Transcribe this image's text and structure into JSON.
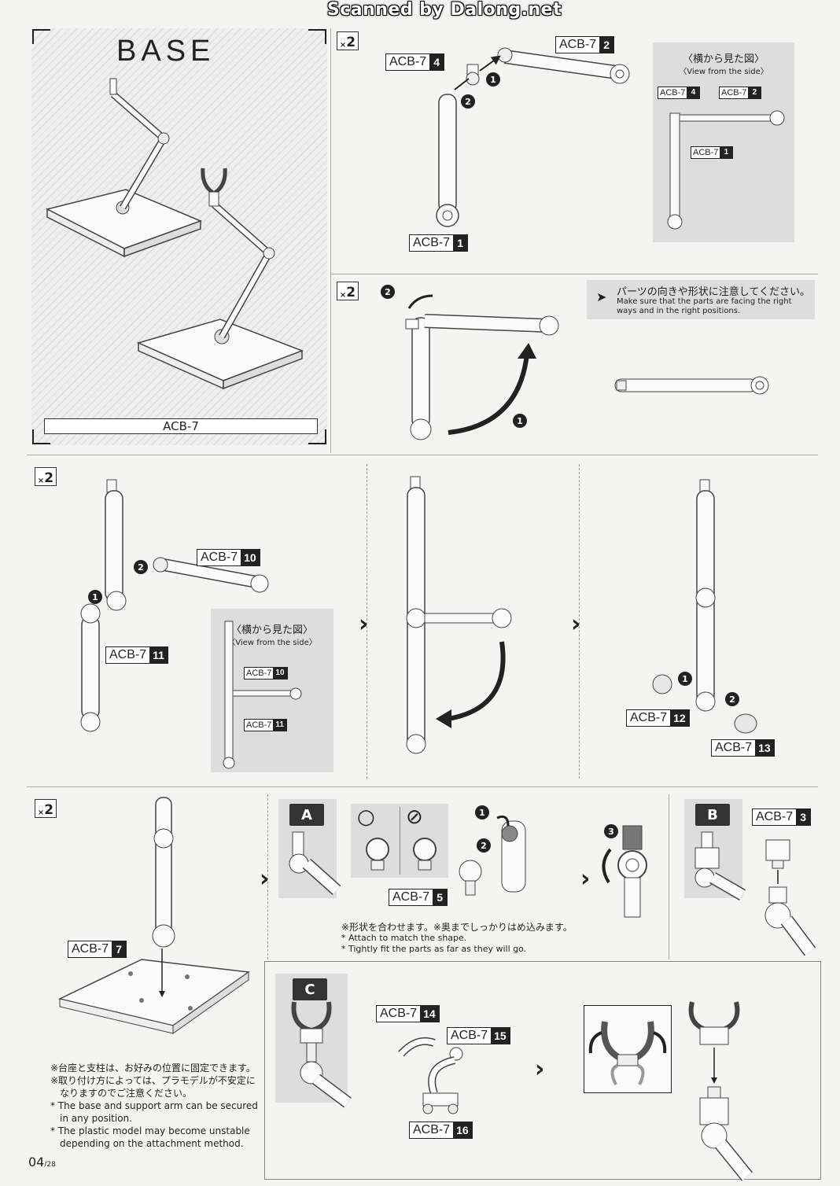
{
  "watermark": "Scanned by Dalong.net",
  "base_panel": {
    "title": "BASE",
    "caption": "ACB-7"
  },
  "multiplier": {
    "prefix": "×",
    "value": "2"
  },
  "part_code": "ACB-7",
  "sideview": {
    "title_jp": "〈横から見た図〉",
    "title_en": "〈View from the side〉"
  },
  "caution": {
    "jp": "パーツの向きや形状に注意してください。",
    "en_line1": "Make sure that the parts are facing the right",
    "en_line2": "ways and in the right positions."
  },
  "step_numbers": [
    "1",
    "2",
    "3"
  ],
  "parts": {
    "p1": "1",
    "p2": "2",
    "p3": "3",
    "p4": "4",
    "p5": "5",
    "p7": "7",
    "p10": "10",
    "p11": "11",
    "p12": "12",
    "p13": "13",
    "p14": "14",
    "p15": "15",
    "p16": "16"
  },
  "letters": {
    "a": "A",
    "b": "B",
    "c": "C"
  },
  "ok_ng": {
    "ok_symbol": "○",
    "ng_symbol": "⊘"
  },
  "fit_note": {
    "jp": "※形状を合わせます。※奥までしっかりはめ込みます。",
    "en1": "* Attach to match the shape.",
    "en2": "* Tightly fit the parts as far as they will go."
  },
  "base_note": {
    "jp1": "※台座と支柱は、お好みの位置に固定できます。",
    "jp2": "※取り付け方によっては、プラモデルが不安定に",
    "jp3": "なりますのでご注意ください。",
    "en1": "* The base and support arm can be secured",
    "en2": "in any position.",
    "en3": "* The plastic model may become unstable",
    "en4": "depending on the attachment method."
  },
  "page_number": {
    "current": "04",
    "total": "/28"
  }
}
